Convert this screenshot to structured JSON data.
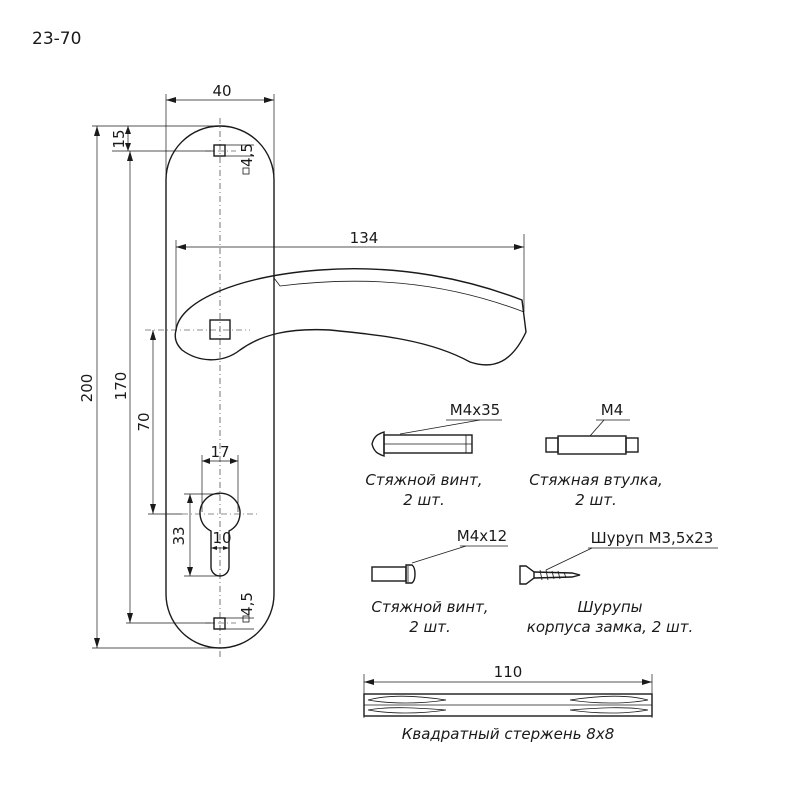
{
  "model": "23-70",
  "dimensions": {
    "plate_width": "40",
    "hole_offset_top": "15",
    "hole_size_top": "4,5",
    "hole_size_bottom": "4,5",
    "total_height": "200",
    "hole_spacing": "170",
    "lever_length": "134",
    "center_distance": "70",
    "cylinder_width": "17",
    "cylinder_height": "33",
    "cylinder_slot": "10",
    "rod_length": "110"
  },
  "parts": [
    {
      "spec": "M4x35",
      "name_line1": "Стяжной винт,",
      "name_line2": "2 шт."
    },
    {
      "spec": "M4",
      "name_line1": "Стяжная втулка,",
      "name_line2": "2 шт."
    },
    {
      "spec": "M4x12",
      "name_line1": "Стяжной винт,",
      "name_line2": "2 шт."
    },
    {
      "spec": "Шуруп М3,5x23",
      "name_line1": "Шурупы",
      "name_line2": "корпуса замка, 2 шт."
    }
  ],
  "rod": {
    "label": "Квадратный стержень 8x8"
  }
}
